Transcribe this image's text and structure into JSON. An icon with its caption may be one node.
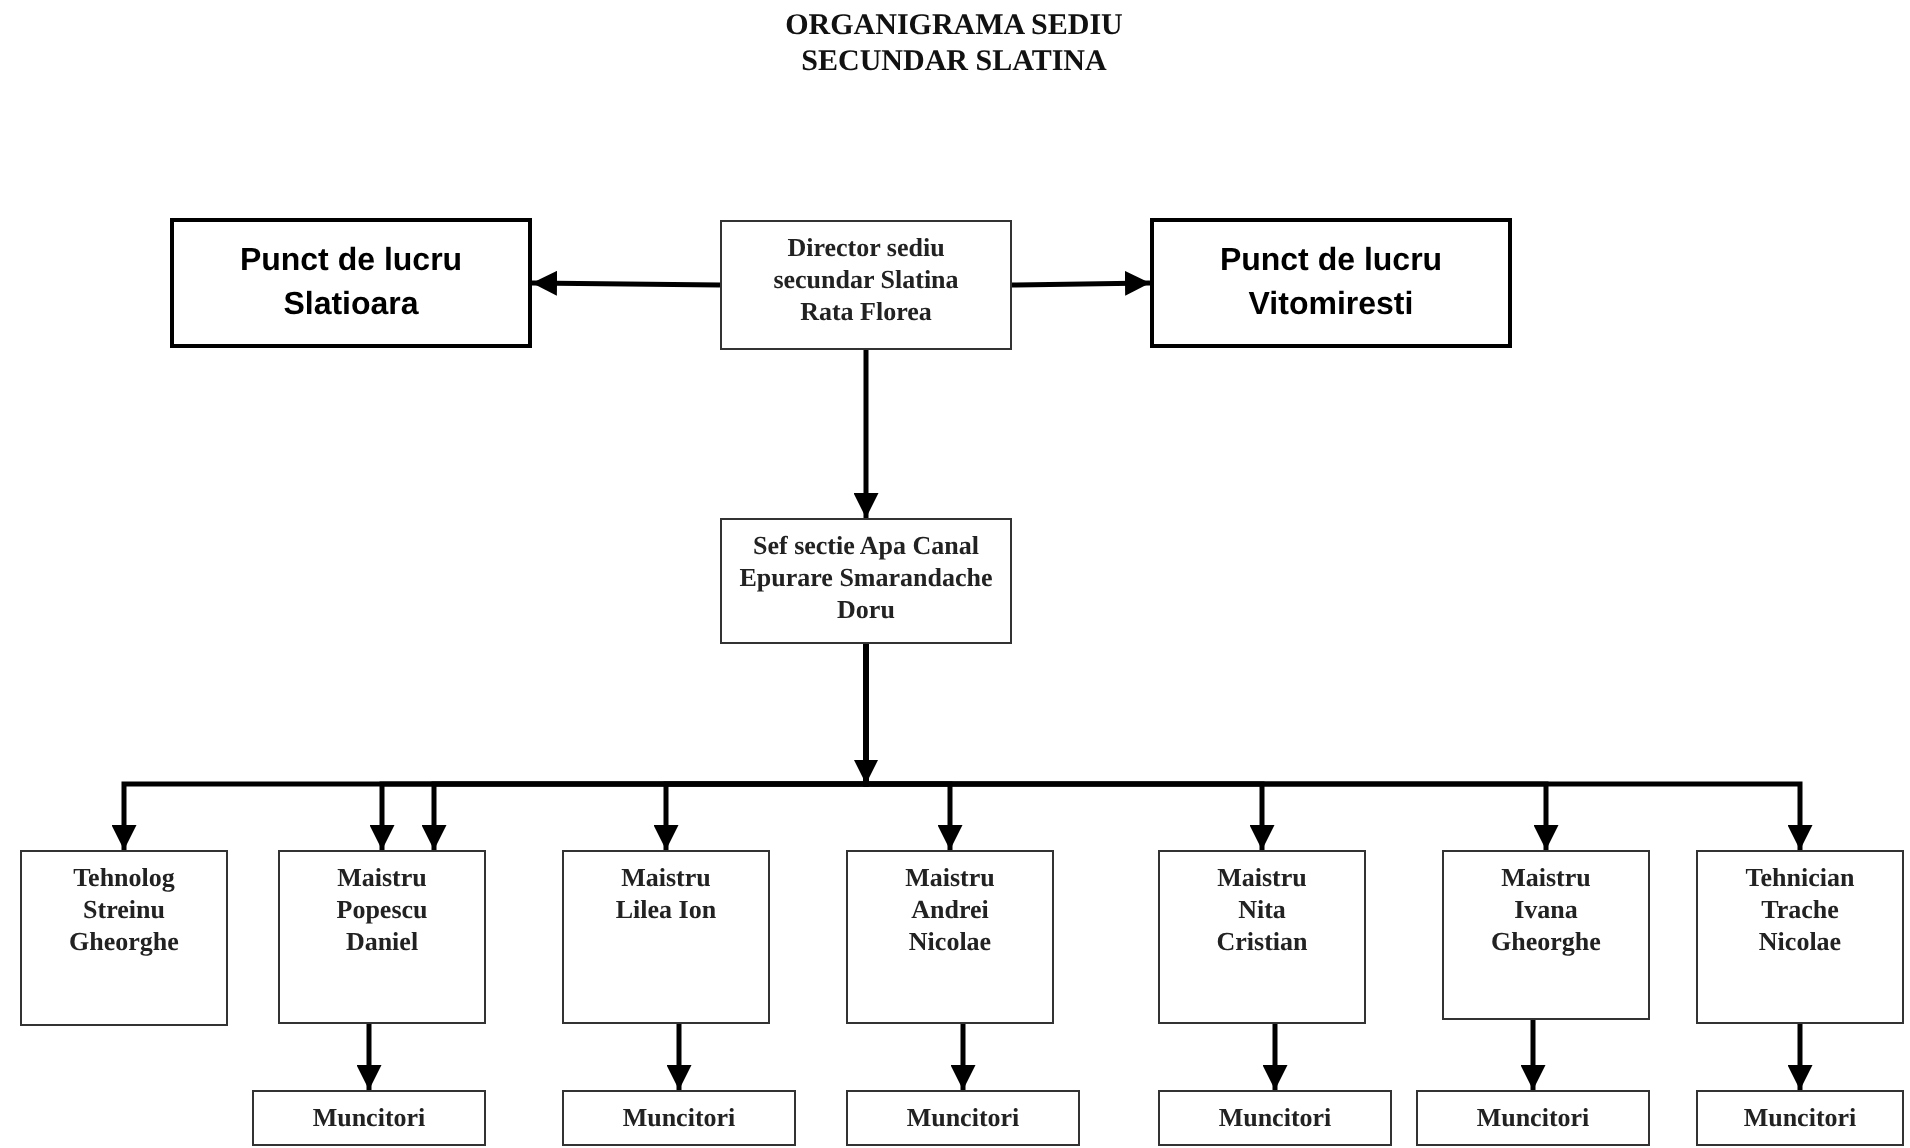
{
  "diagram": {
    "title": "ORGANIGRAMA SEDIU SECUNDAR SLATINA",
    "nodes": [
      {
        "text": [
          "Director sediu secundar Slatina Rata Florea"
        ]
      },
      {
        "text": [
          "Punct de lucru Slatioara"
        ]
      },
      {
        "text": [
          "Punct de lucru Vitomiresti"
        ]
      },
      {
        "text": [
          "Sef sectie Apa Canal Epurare Smarandache Doru"
        ]
      },
      {
        "text": [
          "Tehnolog Streinu Gheorghe"
        ]
      },
      {
        "text": [
          "Maistru Popescu Daniel"
        ]
      },
      {
        "text": [
          "Maistru Lilea Ion"
        ]
      },
      {
        "text": [
          "Maistru Andrei Nicolae"
        ]
      },
      {
        "text": [
          "Maistru Nita Cristian"
        ]
      },
      {
        "text": [
          "Maistru Ivana Gheorghe"
        ]
      },
      {
        "text": [
          "Tehnician Trache Nicolae"
        ]
      },
      {
        "text": [
          "Muncitori"
        ]
      },
      {
        "text": [
          "Muncitori"
        ]
      },
      {
        "text": [
          "Muncitori"
        ]
      },
      {
        "text": [
          "Muncitori"
        ]
      },
      {
        "text": [
          "Muncitori"
        ]
      },
      {
        "text": [
          "Muncitori"
        ]
      }
    ],
    "edges": [
      {
        "from": 0,
        "to": 1,
        "arrow": "to"
      },
      {
        "from": 0,
        "to": 2,
        "arrow": "to"
      },
      {
        "from": 0,
        "to": 3,
        "arrow": "to"
      },
      {
        "from": 3,
        "to": 4,
        "arrow": "to"
      },
      {
        "from": 3,
        "to": 5,
        "arrow": "to"
      },
      {
        "from": 3,
        "to": 5,
        "arrow": "to"
      },
      {
        "from": 3,
        "to": 6,
        "arrow": "to"
      },
      {
        "from": 3,
        "to": 7,
        "arrow": "to"
      },
      {
        "from": 3,
        "to": 8,
        "arrow": "to"
      },
      {
        "from": 3,
        "to": 9,
        "arrow": "to"
      },
      {
        "from": 3,
        "to": 10,
        "arrow": "to"
      },
      {
        "from": 5,
        "to": 11,
        "arrow": "to"
      },
      {
        "from": 6,
        "to": 12,
        "arrow": "to"
      },
      {
        "from": 7,
        "to": 13,
        "arrow": "to"
      },
      {
        "from": 8,
        "to": 14,
        "arrow": "to"
      },
      {
        "from": 9,
        "to": 15,
        "arrow": "to"
      },
      {
        "from": 10,
        "to": 16,
        "arrow": "to"
      }
    ]
  }
}
